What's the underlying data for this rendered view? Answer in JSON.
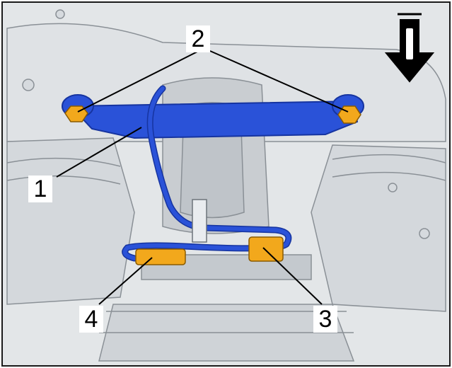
{
  "figure": {
    "callouts": [
      {
        "id": "1",
        "label": "1"
      },
      {
        "id": "2",
        "label": "2"
      },
      {
        "id": "3",
        "label": "3"
      },
      {
        "id": "4",
        "label": "4"
      }
    ],
    "orientation_icon": "down-arrow-icon",
    "colors": {
      "background": "#ffffff",
      "outline": "#1a1a1a",
      "chassis": "#e3e6e8",
      "chassis_shade": "#c9cdd1",
      "highlight_part": "#2a52d8",
      "highlight_dark": "#1634a0",
      "fastener": "#f2a81c"
    }
  }
}
